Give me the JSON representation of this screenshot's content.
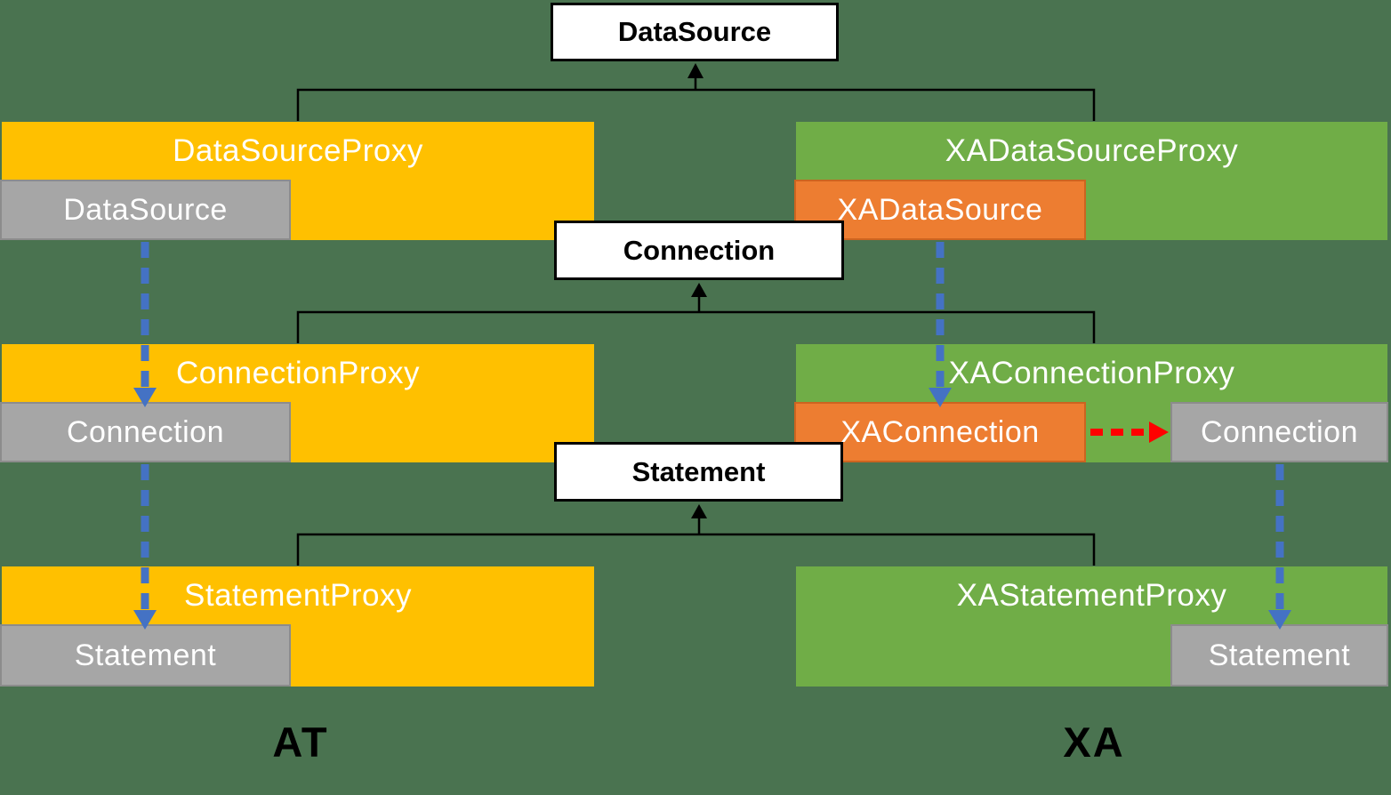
{
  "canvas": {
    "background_color": "#4A7350"
  },
  "colors": {
    "at_proxy_fill": "#FFC000",
    "xa_proxy_fill": "#70AD47",
    "xa_inner_fill": "#ED7D31",
    "wrapped_fill": "#A6A6A6",
    "interface_fill": "#FFFFFF",
    "inheritance_line": "#000000",
    "create_arrow": "#4472C4",
    "delegate_arrow": "#FF0000"
  },
  "interfaces": {
    "datasource": "DataSource",
    "connection": "Connection",
    "statement": "Statement"
  },
  "at_branch": {
    "caption": "AT",
    "datasource_proxy": "DataSourceProxy",
    "datasource_inner": "DataSource",
    "connection_proxy": "ConnectionProxy",
    "connection_inner": "Connection",
    "statement_proxy": "StatementProxy",
    "statement_inner": "Statement"
  },
  "xa_branch": {
    "caption": "XA",
    "datasource_proxy": "XADataSourceProxy",
    "datasource_inner": "XADataSource",
    "connection_proxy": "XAConnectionProxy",
    "connection_inner": "XAConnection",
    "connection_target": "Connection",
    "statement_proxy": "XAStatementProxy",
    "statement_target": "Statement"
  }
}
